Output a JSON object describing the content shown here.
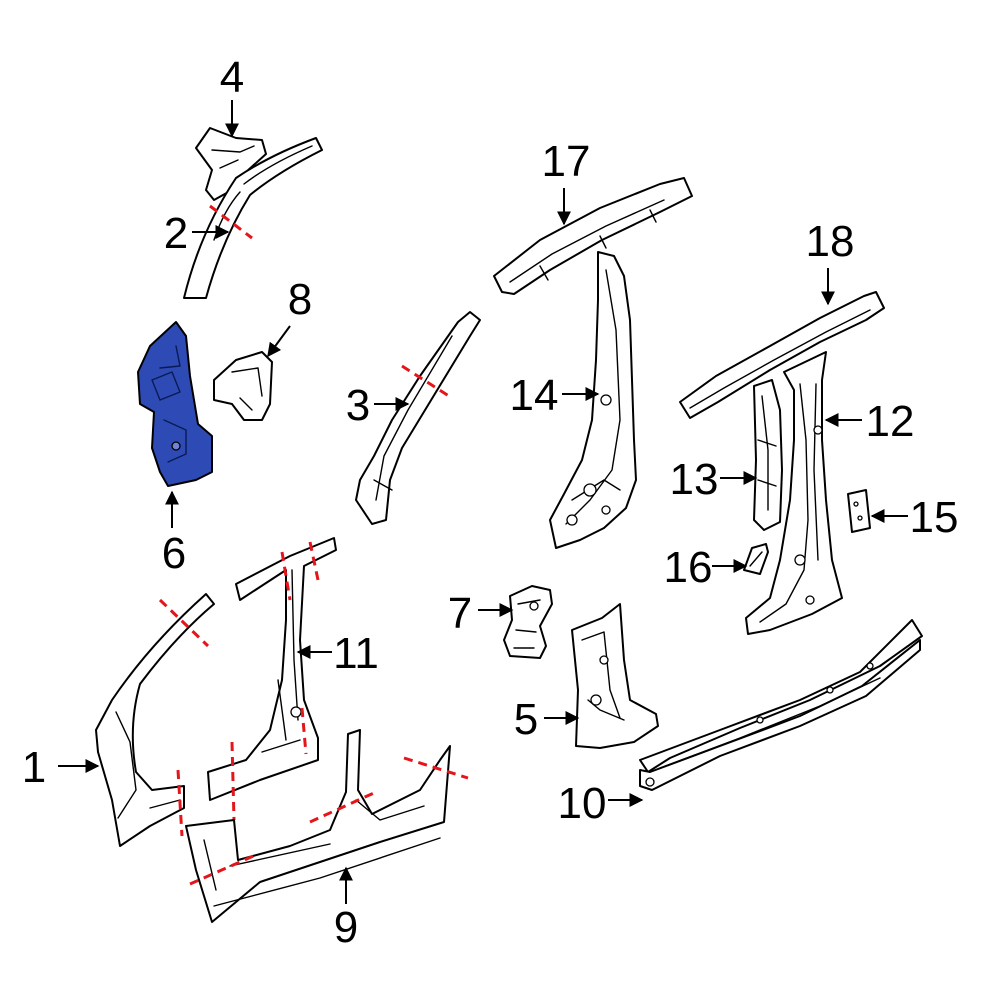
{
  "colors": {
    "highlight": "#2e4bb5",
    "cut_line": "#e4161b",
    "outline": "#000000",
    "background": "#ffffff"
  },
  "callouts": [
    {
      "id": "1",
      "label": "1"
    },
    {
      "id": "2",
      "label": "2"
    },
    {
      "id": "3",
      "label": "3"
    },
    {
      "id": "4",
      "label": "4"
    },
    {
      "id": "5",
      "label": "5"
    },
    {
      "id": "6",
      "label": "6"
    },
    {
      "id": "7",
      "label": "7"
    },
    {
      "id": "8",
      "label": "8"
    },
    {
      "id": "9",
      "label": "9"
    },
    {
      "id": "10",
      "label": "10"
    },
    {
      "id": "11",
      "label": "11"
    },
    {
      "id": "12",
      "label": "12"
    },
    {
      "id": "13",
      "label": "13"
    },
    {
      "id": "14",
      "label": "14"
    },
    {
      "id": "15",
      "label": "15"
    },
    {
      "id": "16",
      "label": "16"
    },
    {
      "id": "17",
      "label": "17"
    },
    {
      "id": "18",
      "label": "18"
    }
  ],
  "highlighted_part": "6"
}
